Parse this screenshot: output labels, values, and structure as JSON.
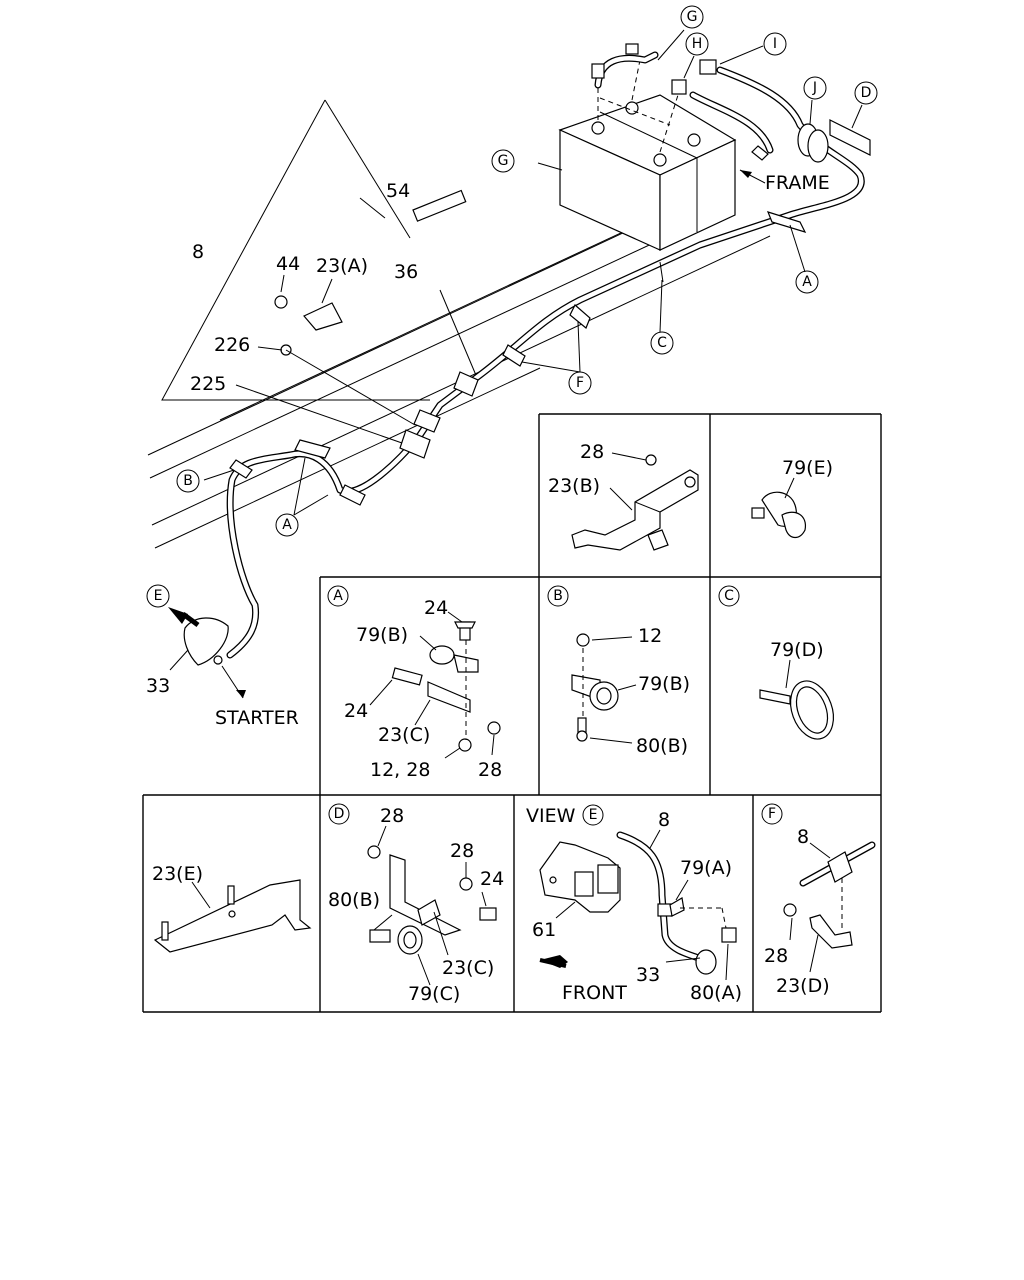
{
  "title": "",
  "main": {
    "labels": {
      "p54": "54",
      "p8": "8",
      "p44": "44",
      "p23a": "23(A)",
      "p36": "36",
      "p226": "226",
      "p225": "225",
      "p33": "33",
      "starter": "STARTER",
      "frame": "FRAME"
    },
    "callouts": {
      "a1": "A",
      "a2": "A",
      "b": "B",
      "c": "C",
      "d": "D",
      "e": "E",
      "f": "F",
      "g1": "G",
      "g2": "G",
      "h": "H",
      "i": "I",
      "j": "J"
    }
  },
  "details": {
    "bracket_23b": {
      "p28": "28",
      "p23b": "23(B)"
    },
    "clip_79e": {
      "p79e": "79(E)"
    },
    "A": {
      "letter": "A",
      "p24top": "24",
      "p79b": "79(B)",
      "p24left": "24",
      "p23c": "23(C)",
      "p1228": "12, 28",
      "p28": "28"
    },
    "B": {
      "letter": "B",
      "p12": "12",
      "p79b": "79(B)",
      "p80b": "80(B)"
    },
    "C": {
      "letter": "C",
      "p79d": "79(D)"
    },
    "bracket_23e": {
      "p23e": "23(E)"
    },
    "D": {
      "letter": "D",
      "p28top": "28",
      "p28mid": "28",
      "p24": "24",
      "p80b": "80(B)",
      "p23c": "23(C)",
      "p79c": "79(C)"
    },
    "E": {
      "view": "VIEW",
      "letter": "E",
      "p8": "8",
      "p79a": "79(A)",
      "p61": "61",
      "p33": "33",
      "p80a": "80(A)",
      "front": "FRONT"
    },
    "F": {
      "letter": "F",
      "p8": "8",
      "p28": "28",
      "p23d": "23(D)"
    }
  }
}
